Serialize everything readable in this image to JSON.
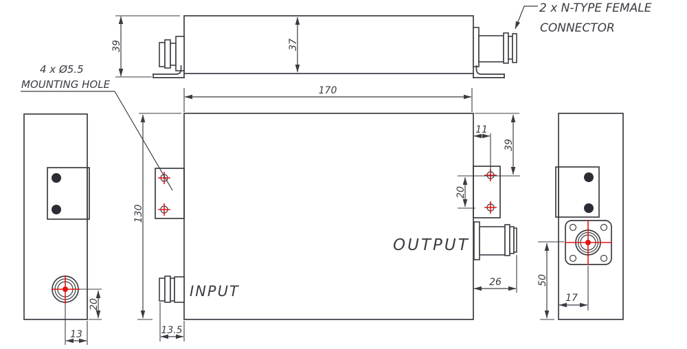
{
  "colors": {
    "line": "#3b3b43",
    "accent_red": "#e31313",
    "background": "#ffffff"
  },
  "callouts": {
    "connector": {
      "line1": "2 x N-TYPE FEMALE",
      "line2": "CONNECTOR"
    },
    "mounting_hole": {
      "line1": "4 x Ø5.5",
      "line2": "MOUNTING HOLE"
    }
  },
  "labels": {
    "input": "INPUT",
    "output": "OUTPUT"
  },
  "dimensions": {
    "top_view": {
      "overall_height": "39",
      "body_height": "37",
      "body_length": "170"
    },
    "front_view": {
      "body_height": "130",
      "mount_hole_inset": "11",
      "mount_hole_top_offset": "39",
      "mount_hole_pitch": "20",
      "output_connector_length": "26",
      "input_connector_length": "13.5"
    },
    "left_view": {
      "input_center_from_bottom": "20",
      "input_center_from_edge": "13"
    },
    "right_view": {
      "output_center_from_bottom": "50",
      "output_center_from_edge": "17"
    }
  }
}
